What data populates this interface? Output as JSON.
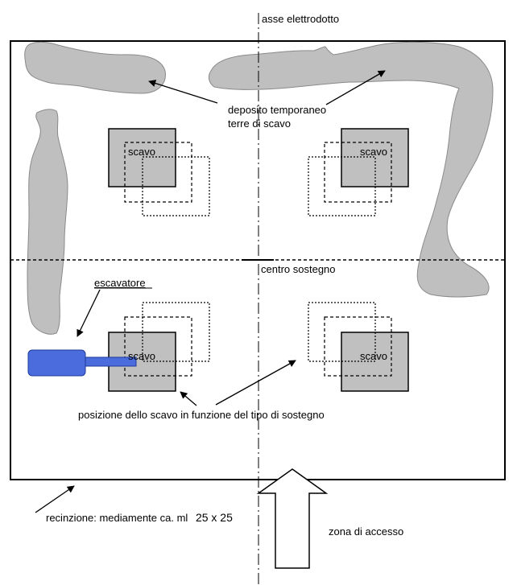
{
  "labels": {
    "axis_line": "asse elettrodotto",
    "spoil_heaps_line1": "deposito temporaneo",
    "spoil_heaps_line2": "terre di scavo",
    "center": "centro sostegno",
    "excavator": "escavatore",
    "excavation": "scavo",
    "excavation_position": "posizione dello scavo in funzione del tipo di sostegno",
    "fence_prefix": "recinzione: mediamente ca. ml",
    "fence_size": "25 x 25",
    "access": "zona di accesso"
  },
  "colors": {
    "spoil_fill": "#bfbfbf",
    "excavation_fill": "#c0c0c0",
    "excavator_fill": "#4a6cdc",
    "excavator_stroke": "#1f3a9a",
    "line": "#000000"
  }
}
